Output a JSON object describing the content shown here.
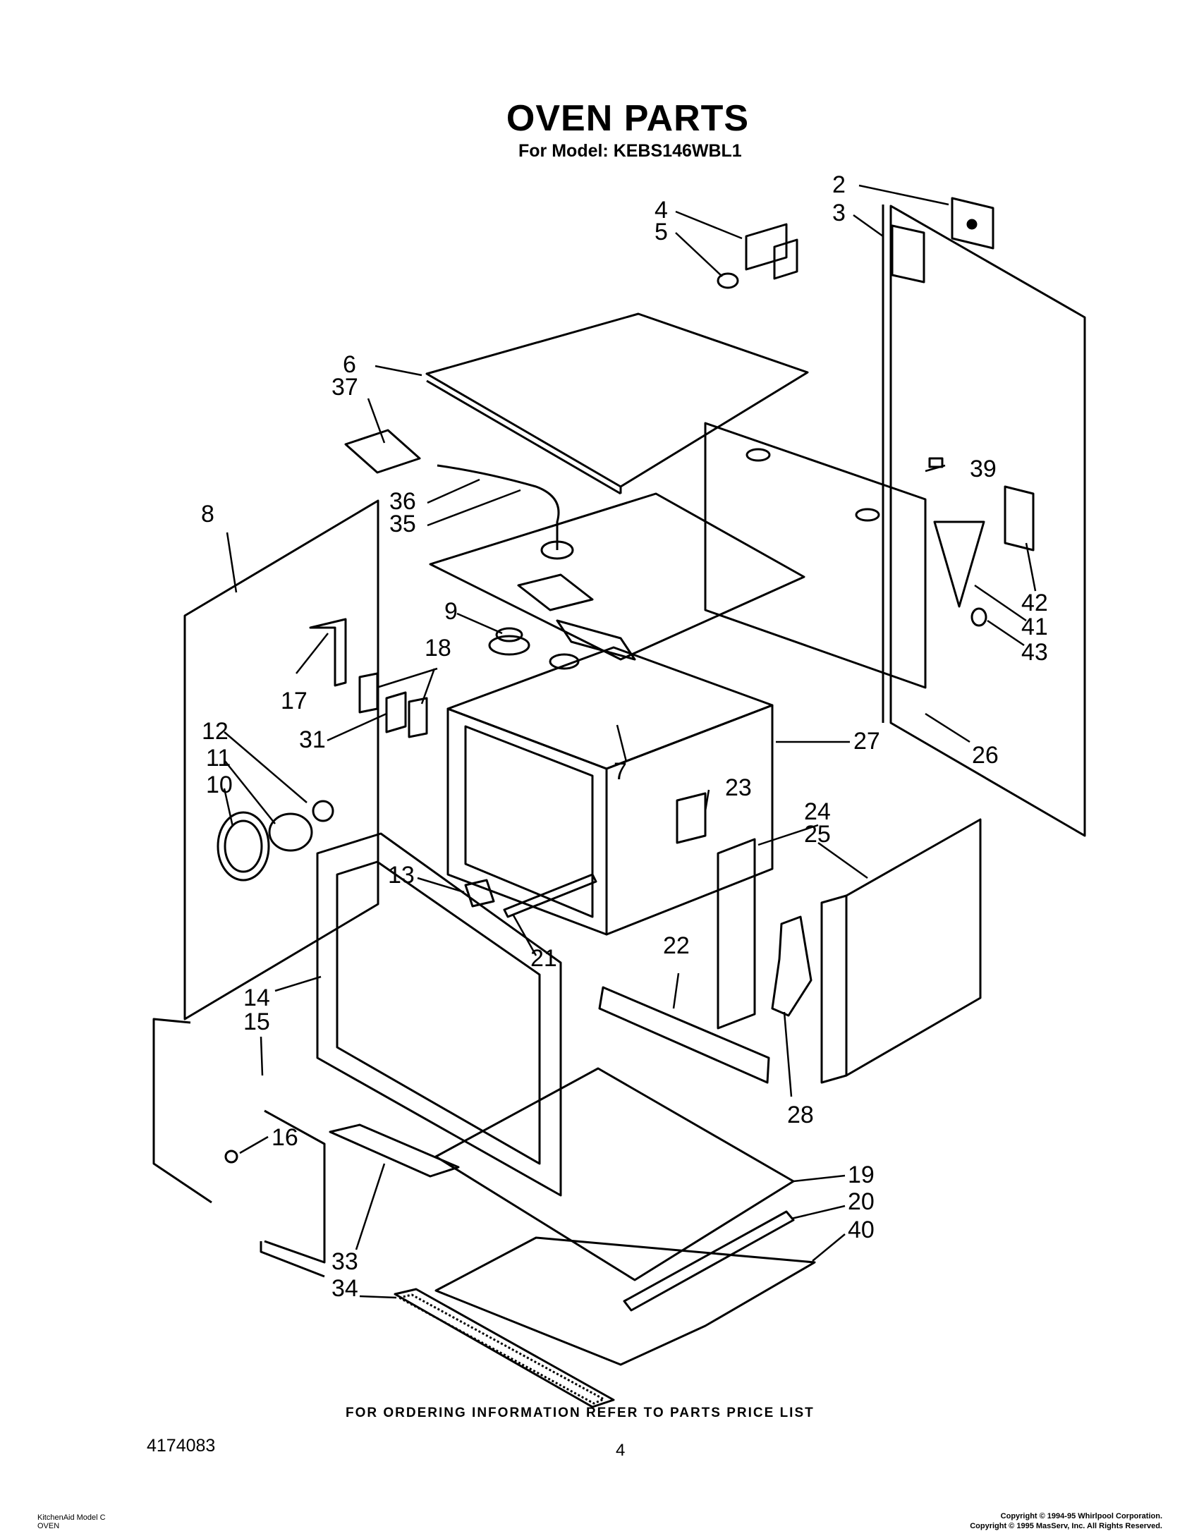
{
  "header": {
    "title": "OVEN PARTS",
    "subtitle": "For Model: KEBS146WBL1"
  },
  "callouts": [
    {
      "id": "c2",
      "text": "2"
    },
    {
      "id": "c3",
      "text": "3"
    },
    {
      "id": "c4",
      "text": "4"
    },
    {
      "id": "c5",
      "text": "5"
    },
    {
      "id": "c6",
      "text": "6"
    },
    {
      "id": "c37",
      "text": "37"
    },
    {
      "id": "c36",
      "text": "36"
    },
    {
      "id": "c35",
      "text": "35"
    },
    {
      "id": "c8",
      "text": "8"
    },
    {
      "id": "c9",
      "text": "9"
    },
    {
      "id": "c18",
      "text": "18"
    },
    {
      "id": "c17",
      "text": "17"
    },
    {
      "id": "c31",
      "text": "31"
    },
    {
      "id": "c7",
      "text": "7"
    },
    {
      "id": "c27",
      "text": "27"
    },
    {
      "id": "c23",
      "text": "23"
    },
    {
      "id": "c39",
      "text": "39"
    },
    {
      "id": "c42",
      "text": "42"
    },
    {
      "id": "c41",
      "text": "41"
    },
    {
      "id": "c43",
      "text": "43"
    },
    {
      "id": "c26",
      "text": "26"
    },
    {
      "id": "c12",
      "text": "12"
    },
    {
      "id": "c11",
      "text": "11"
    },
    {
      "id": "c10",
      "text": "10"
    },
    {
      "id": "c24",
      "text": "24"
    },
    {
      "id": "c25",
      "text": "25"
    },
    {
      "id": "c13",
      "text": "13"
    },
    {
      "id": "c21",
      "text": "21"
    },
    {
      "id": "c22",
      "text": "22"
    },
    {
      "id": "c14",
      "text": "14"
    },
    {
      "id": "c15",
      "text": "15"
    },
    {
      "id": "c16",
      "text": "16"
    },
    {
      "id": "c28",
      "text": "28"
    },
    {
      "id": "c19",
      "text": "19"
    },
    {
      "id": "c20",
      "text": "20"
    },
    {
      "id": "c40",
      "text": "40"
    },
    {
      "id": "c33",
      "text": "33"
    },
    {
      "id": "c34",
      "text": "34"
    }
  ],
  "footer": {
    "ordering_note": "FOR ORDERING INFORMATION REFER TO PARTS PRICE LIST",
    "doc_number": "4174083",
    "page_number": "4",
    "brand_line1": "KitchenAid Model C",
    "brand_line2": "OVEN",
    "copyright_line1": "Copyright © 1994-95 Whirlpool Corporation.",
    "copyright_line2": "Copyright © 1995 MasServ, Inc.  All Rights Reserved."
  }
}
